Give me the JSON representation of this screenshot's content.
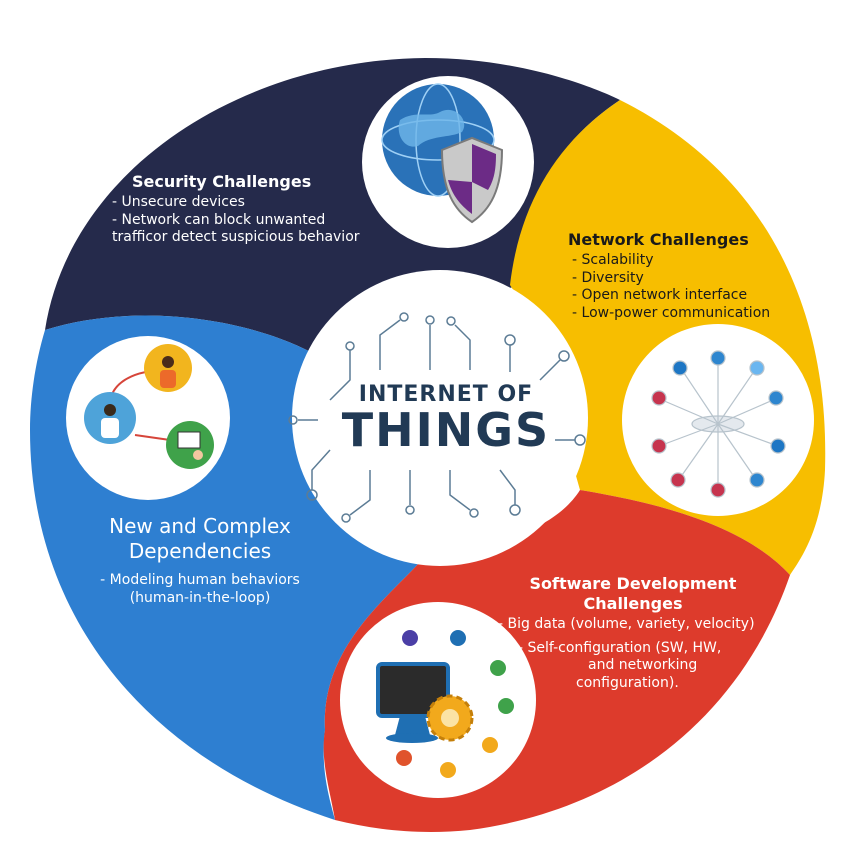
{
  "center": {
    "line1": "INTERNET OF",
    "line2": "THINGS"
  },
  "security": {
    "title": "Security Challenges",
    "items": [
      "Unsecure devices",
      "Network can block unwanted",
      "trafficor detect  suspicious behavior"
    ]
  },
  "network": {
    "title": "Network Challenges",
    "items": [
      "Scalability",
      "Diversity",
      "Open network interface",
      "Low-power communication"
    ]
  },
  "dependencies": {
    "title_line1": "New and Complex",
    "title_line2": "Dependencies",
    "items": [
      "Modeling human behaviors",
      "(human-in-the-loop)"
    ]
  },
  "software": {
    "title_line1": "Software Development",
    "title_line2": "Challenges",
    "items": [
      "Big data (volume, variety, velocity)",
      "Self-configuration (SW, HW,",
      "and networking",
      "configuration)."
    ]
  },
  "colors": {
    "security": "#252a4b",
    "network": "#f7be00",
    "dependencies": "#2e7fd1",
    "software": "#dd3b2c",
    "center_text": "#213a55"
  },
  "icons": [
    "globe-icon",
    "shield-icon",
    "people-network-icon",
    "network-hub-icon",
    "monitor-icon",
    "gear-icon"
  ]
}
